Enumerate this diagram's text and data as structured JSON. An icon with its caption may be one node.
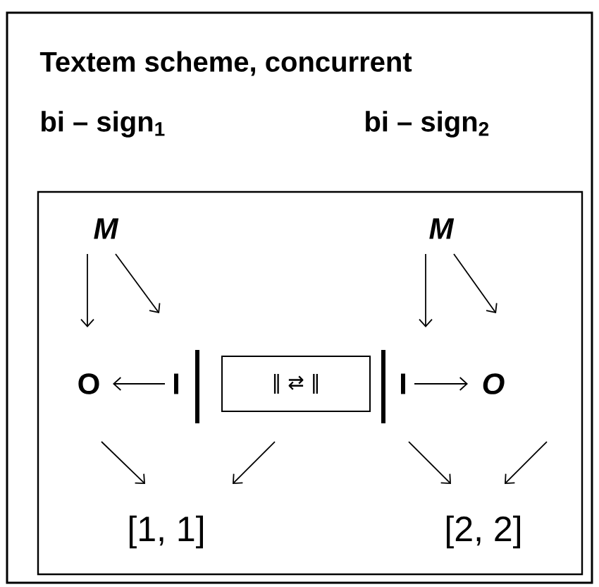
{
  "diagram": {
    "title": "Textem scheme, concurrent",
    "nodes": [
      {
        "text": [],
        "shape": "box"
      },
      {
        "text": [
          "M"
        ],
        "in": 0
      },
      {
        "text": [
          "M"
        ],
        "in": 0
      },
      {
        "text": [
          "O"
        ],
        "in": 0
      },
      {
        "text": [
          "I"
        ],
        "in": 0
      },
      {
        "text": [
          "‖ ⇄ ‖"
        ],
        "in": 0
      },
      {
        "text": [
          "I"
        ],
        "in": 0
      },
      {
        "text": [
          "O"
        ],
        "in": 0
      },
      {
        "text": [
          "[1, 1]"
        ],
        "in": 0
      },
      {
        "text": [
          "[2, 2]"
        ],
        "in": 0
      }
    ],
    "edges": [
      {
        "from": 1,
        "to": 3,
        "arrow": "to"
      },
      {
        "from": 1,
        "to": 4,
        "arrow": "to"
      },
      {
        "from": 2,
        "to": 6,
        "arrow": "to"
      },
      {
        "from": 2,
        "to": 7,
        "arrow": "to"
      },
      {
        "from": 4,
        "to": 3,
        "arrow": "to"
      },
      {
        "from": 6,
        "to": 7,
        "arrow": "to"
      },
      {
        "from": 3,
        "to": 8,
        "arrow": "to"
      },
      {
        "from": 5,
        "to": 8,
        "arrow": "to"
      },
      {
        "from": 6,
        "to": 9,
        "arrow": "to"
      },
      {
        "from": 7,
        "to": 9,
        "arrow": "to"
      }
    ],
    "labels": [
      "bi – sign$_{1}$",
      "bi – sign$_{2}$"
    ]
  }
}
